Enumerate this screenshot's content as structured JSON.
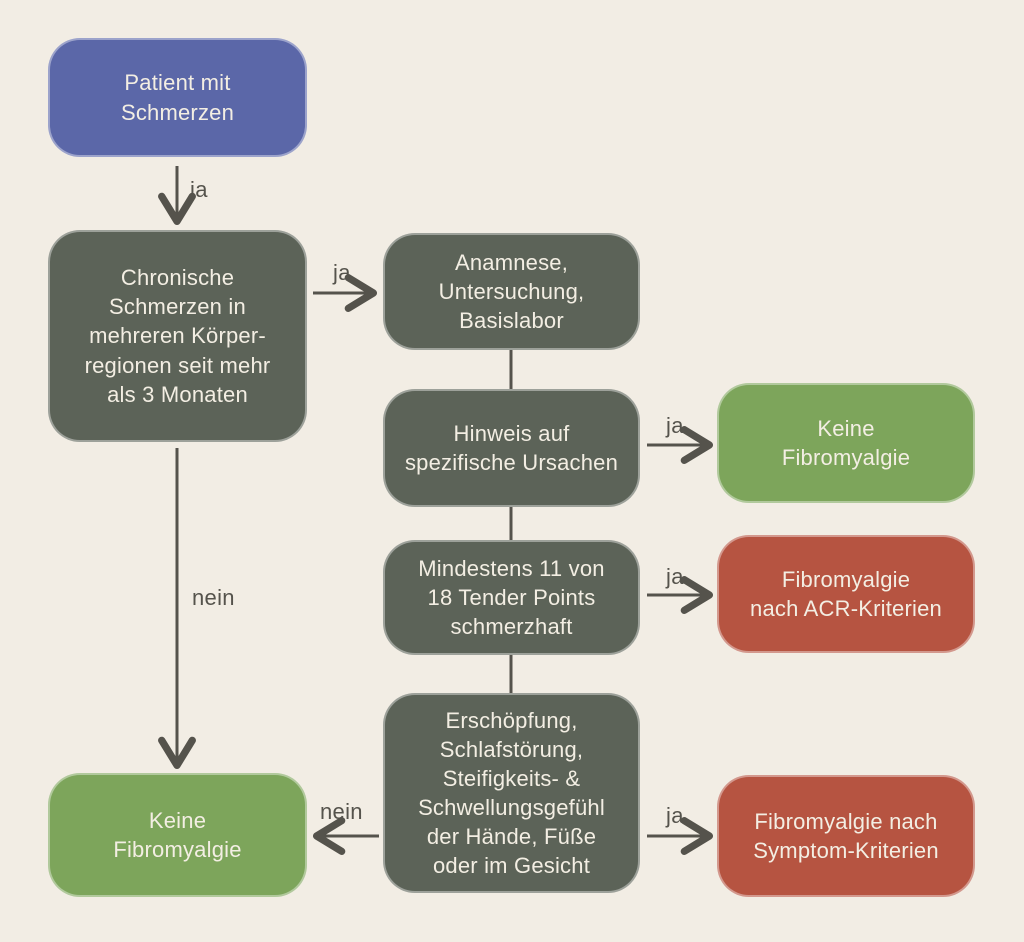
{
  "diagram": {
    "type": "flowchart",
    "language": "de",
    "topic": "Fibromyalgie-Diagnostik",
    "palette": {
      "background": "#f2ede4",
      "start_node": "#5b67a8",
      "process_node": "#5c6358",
      "positive_outcome_node": "#7da55b",
      "negative_outcome_node": "#b65441",
      "node_text": "#f3eee3",
      "arrow_and_label": "#55534c"
    },
    "nodes": {
      "patient": {
        "label": "Patient mit\nSchmerzen",
        "kind": "start"
      },
      "chronische": {
        "label": "Chronische\nSchmerzen in\nmehreren Körper-\nregionen seit mehr\nals 3 Monaten",
        "kind": "process"
      },
      "anamnese": {
        "label": "Anamnese,\nUntersuchung,\nBasislabor",
        "kind": "process"
      },
      "hinweis": {
        "label": "Hinweis auf\nspezifische Ursachen",
        "kind": "process"
      },
      "keine_fibromyalgie_oben": {
        "label": "Keine\nFibromyalgie",
        "kind": "outcome-green"
      },
      "tender_points": {
        "label": "Mindestens 11 von\n18 Tender Points\nschmerzhaft",
        "kind": "process"
      },
      "fibromyalgie_acr": {
        "label": "Fibromyalgie\nnach ACR-Kriterien",
        "kind": "outcome-red"
      },
      "symptome": {
        "label": "Erschöpfung,\nSchlafstörung,\nSteifigkeits- &\nSchwellungsgefühl\nder Hände, Füße\noder im Gesicht",
        "kind": "process"
      },
      "fibromyalgie_symptom": {
        "label": "Fibromyalgie nach\nSymptom-Kriterien",
        "kind": "outcome-red"
      },
      "keine_fibromyalgie_unten": {
        "label": "Keine\nFibromyalgie",
        "kind": "outcome-green"
      }
    },
    "edges": {
      "patient_to_chronische": {
        "label": "ja"
      },
      "chronische_to_anamnese": {
        "label": "ja"
      },
      "anamnese_to_hinweis": {
        "label": ""
      },
      "hinweis_to_keine_oben": {
        "label": "ja"
      },
      "hinweis_to_tender": {
        "label": ""
      },
      "tender_to_acr": {
        "label": "ja"
      },
      "tender_to_symptome": {
        "label": ""
      },
      "symptome_to_symptomkriterien": {
        "label": "ja"
      },
      "symptome_to_keine_unten": {
        "label": "nein"
      },
      "chronische_to_keine_unten": {
        "label": "nein"
      }
    }
  }
}
